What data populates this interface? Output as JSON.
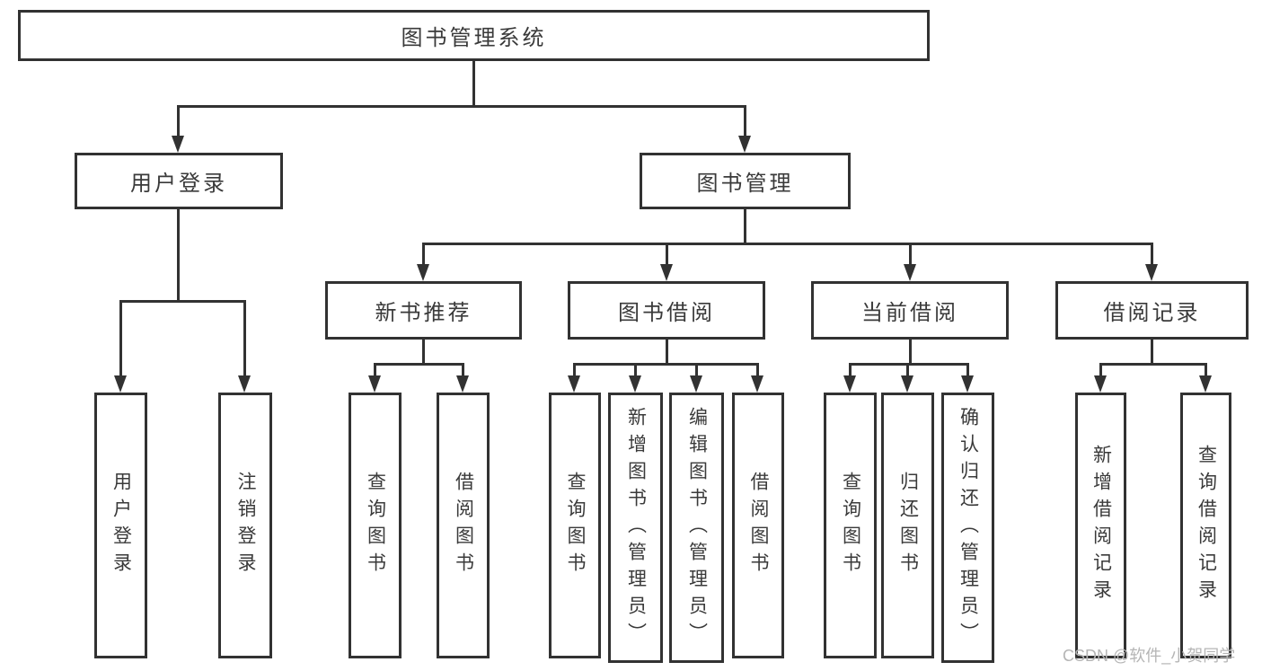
{
  "diagram": {
    "title": "图书管理系统",
    "level2": [
      {
        "label": "用户登录"
      },
      {
        "label": "图书管理"
      }
    ],
    "level3": [
      {
        "label": "新书推荐"
      },
      {
        "label": "图书借阅"
      },
      {
        "label": "当前借阅"
      },
      {
        "label": "借阅记录"
      }
    ],
    "leaves": [
      {
        "label": "用户登录"
      },
      {
        "label": "注销登录"
      },
      {
        "label": "查询图书"
      },
      {
        "label": "借阅图书"
      },
      {
        "label": "查询图书"
      },
      {
        "label": "新增图书（管理员）"
      },
      {
        "label": "编辑图书（管理员）"
      },
      {
        "label": "借阅图书"
      },
      {
        "label": "查询图书"
      },
      {
        "label": "归还图书"
      },
      {
        "label": "确认归还（管理员）"
      },
      {
        "label": "新增借阅记录"
      },
      {
        "label": "查询借阅记录"
      }
    ],
    "watermark": "CSDN @软件_小贺同学",
    "colors": {
      "line": "#323232",
      "text": "#3a3a3a",
      "watermark": "#b5b5b5",
      "background": "#ffffff"
    }
  }
}
